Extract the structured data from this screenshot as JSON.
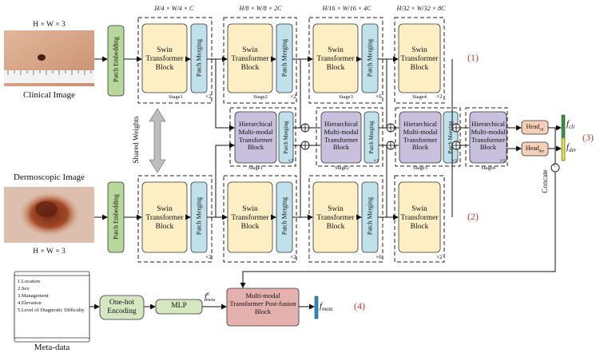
{
  "inputs": {
    "top_dims": "H × W × 3",
    "clinical_caption": "Clinical Image",
    "dermo_title": "Dermoscopic Image",
    "bottom_dims": "H × W × 3"
  },
  "stage_dims": [
    "H/4 × W/4 × C",
    "H/8 × W/8 × 2C",
    "H/16 × W/16 × 4C",
    "H/32 × W/32 × 8C"
  ],
  "patch_embedding": "Patch Embedding",
  "swin_block": "Swin Transformer Block",
  "patch_merging": "Patch Merging",
  "hier_block": "Hierarchical Multi-modal Transformer Block",
  "stages_top": [
    {
      "name": "Stage1",
      "mult": "×2"
    },
    {
      "name": "Stage2",
      "mult": "×2"
    },
    {
      "name": "Stage3",
      "mult": "×6"
    },
    {
      "name": "Stage4",
      "mult": "×2"
    }
  ],
  "stages_bottom_mult": [
    "×2",
    "×2",
    "×6",
    "×2"
  ],
  "stages_mid": [
    {
      "name": "Stage1",
      "mult": "×1"
    },
    {
      "name": "Stage2",
      "mult": "×1"
    },
    {
      "name": "Stage3",
      "mult": "×1"
    },
    {
      "name": "Stage4",
      "mult": "×1"
    }
  ],
  "shared_weights": "Shared Weights",
  "heads": {
    "cli": "Head",
    "cli_sub": "cli",
    "der": "Head",
    "der_sub": "der"
  },
  "features": {
    "f_cli": "f",
    "f_cli_sub": "cli",
    "f_der": "f",
    "f_der_sub": "der",
    "f_meta": "f",
    "f_meta_sub": "meta",
    "f_meta0_sup": "0"
  },
  "concate": "Concate",
  "concate_symbol": "C",
  "markers": {
    "one": "(1)",
    "two": "(2)",
    "three": "(3)",
    "four": "(4)"
  },
  "metadata": {
    "items": [
      "1.Location",
      "2.Sex",
      "3.Management",
      "4.Elevation",
      "5.Level of Diagnostic Difficulty"
    ],
    "caption": "Meta-data"
  },
  "onehot": "One-hot Encoding",
  "mlp": "MLP",
  "postfusion": "Multi-modal Transformer Post-fusion Block",
  "colors": {
    "swin": "#fdeec4",
    "patch_merging": "#bfe1ec",
    "patch_embedding": "#b7d89a",
    "hier": "#c8c0dc",
    "head": "#f6cfb6",
    "onehot": "#d4e7c0",
    "postfusion": "#e5b1ae",
    "f_cli_bar": "#2e9a3a",
    "f_der_bar": "#e7e03a",
    "f_meta_bar": "#2a8fd0"
  }
}
